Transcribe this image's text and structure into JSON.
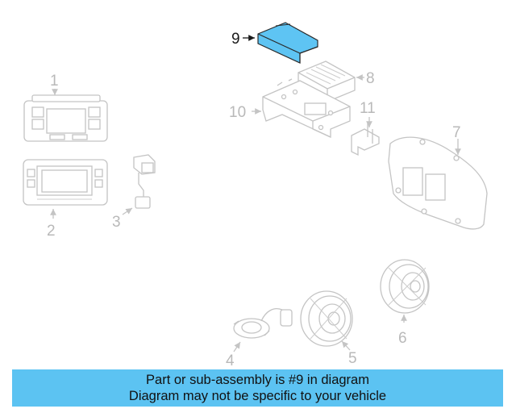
{
  "diagram": {
    "highlight_color": "#5ec4f3",
    "parts": [
      {
        "label": "1"
      },
      {
        "label": "2"
      },
      {
        "label": "3"
      },
      {
        "label": "4"
      },
      {
        "label": "5"
      },
      {
        "label": "6"
      },
      {
        "label": "7"
      },
      {
        "label": "8"
      },
      {
        "label": "9",
        "highlighted": true
      },
      {
        "label": "10"
      },
      {
        "label": "11"
      }
    ]
  },
  "notice": {
    "line1": "Part or sub-assembly is #9 in diagram",
    "line2": "Diagram may not be specific to your vehicle",
    "background": "#5cc3f2"
  }
}
